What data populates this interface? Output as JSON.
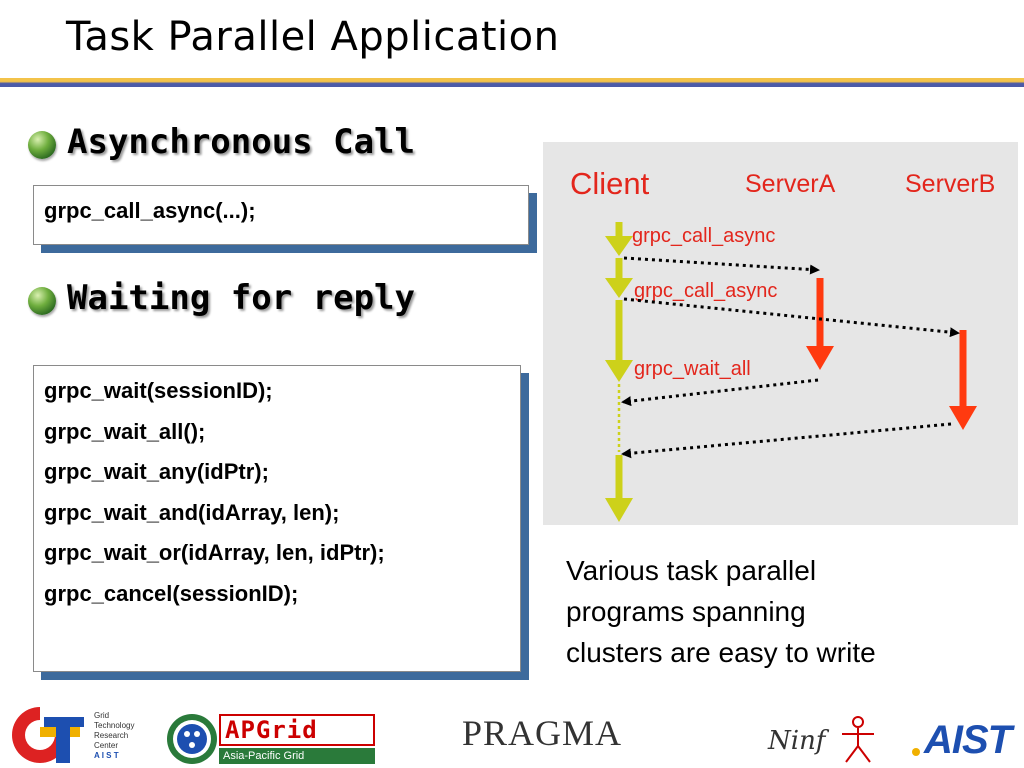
{
  "title": "Task Parallel Application",
  "sections": {
    "async": {
      "heading": "Asynchronous Call",
      "code": [
        "grpc_call_async(...);"
      ]
    },
    "wait": {
      "heading": "Waiting for reply",
      "code": [
        "grpc_wait(sessionID);",
        "grpc_wait_all();",
        "grpc_wait_any(idPtr);",
        "grpc_wait_and(idArray, len);",
        "grpc_wait_or(idArray, len, idPtr);",
        "grpc_cancel(sessionID);"
      ]
    }
  },
  "diagram": {
    "actors": {
      "client": "Client",
      "server_a": "ServerA",
      "server_b": "ServerB"
    },
    "calls": {
      "first": "grpc_call_async",
      "second": "grpc_call_async",
      "wait": "grpc_wait_all"
    }
  },
  "caption": [
    "Various task parallel",
    "programs spanning",
    "clusters are easy to write"
  ],
  "logos": {
    "gtrc": [
      "Grid",
      "Technology",
      "Research",
      "Center",
      "A I S T"
    ],
    "apgrid": "Asia-Pacific Grid",
    "pragma": "PRAGMA",
    "ninf": "Ninf",
    "aist": "AIST"
  },
  "colors": {
    "title_rule_top": "#f3c34a",
    "title_rule_bottom": "#4b5aa8",
    "box_shadow": "#3d6a9c",
    "diagram_bg": "#e6e6e6",
    "client_arrow": "#cdd11a",
    "server_arrow": "#ff3a10",
    "label_red": "#e3261c"
  }
}
